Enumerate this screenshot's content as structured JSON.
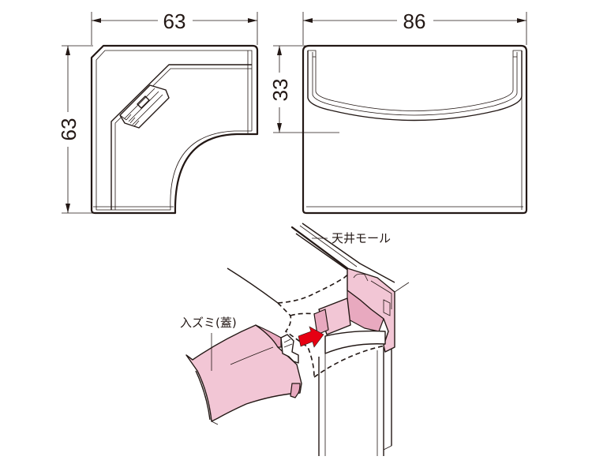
{
  "dimensions": {
    "front_width": "63",
    "front_height": "63",
    "side_width": "86",
    "side_height": "33"
  },
  "labels": {
    "ceiling_molding": "天井モール",
    "inside_corner_cover": "入ズミ(蓋)"
  },
  "colors": {
    "line": "#231815",
    "part_fill": "#f2c6d5",
    "part_shade": "#e8a9bf",
    "arrow": "#e60012"
  }
}
